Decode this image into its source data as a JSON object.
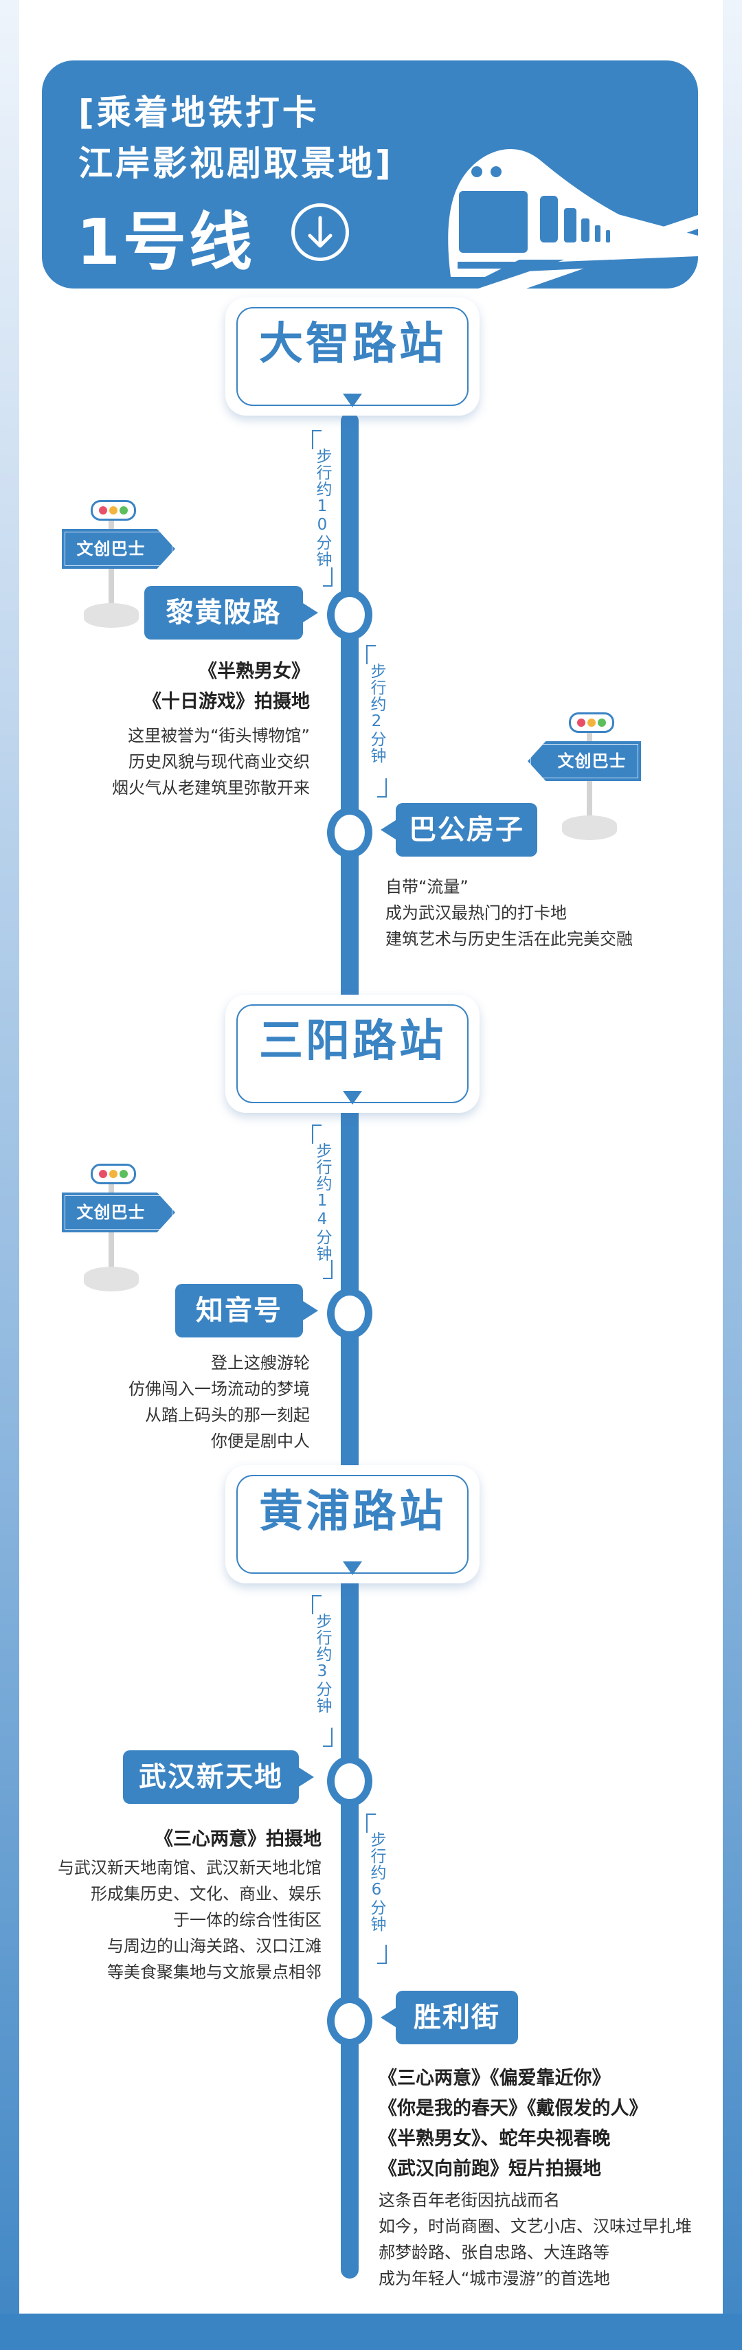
{
  "header": {
    "title_line1": "[乘着地铁打卡",
    "title_line2": "江岸影视剧取景地]",
    "line_name": "1号线",
    "icon": "arrow-down-circle-icon"
  },
  "colors": {
    "primary": "#3b84c4",
    "text": "#333333",
    "light_red": "#e8506a",
    "light_yellow": "#f2b43c",
    "light_green": "#5bbf5b"
  },
  "sign_label": "文创巴士",
  "stations": [
    {
      "name": "大智路站"
    },
    {
      "name": "三阳路站"
    },
    {
      "name": "黄浦路站"
    }
  ],
  "walks": [
    "步行约10分钟",
    "步行约2分钟",
    "步行约14分钟",
    "步行约3分钟",
    "步行约6分钟"
  ],
  "spots": [
    {
      "name": "黎黄陂路",
      "films": [
        "《半熟男女》",
        "《十日游戏》拍摄地"
      ],
      "desc": [
        "这里被誉为“街头博物馆”",
        "历史风貌与现代商业交织",
        "烟火气从老建筑里弥散开来"
      ]
    },
    {
      "name": "巴公房子",
      "films": [],
      "desc": [
        "自带“流量”",
        "成为武汉最热门的打卡地",
        "建筑艺术与历史生活在此完美交融"
      ]
    },
    {
      "name": "知音号",
      "films": [],
      "desc": [
        "登上这艘游轮",
        "仿佛闯入一场流动的梦境",
        "从踏上码头的那一刻起",
        "你便是剧中人"
      ]
    },
    {
      "name": "武汉新天地",
      "films": [
        "《三心两意》拍摄地"
      ],
      "desc": [
        "与武汉新天地南馆、武汉新天地北馆",
        "形成集历史、文化、商业、娱乐",
        "于一体的综合性街区",
        "与周边的山海关路、汉口江滩",
        "等美食聚集地与文旅景点相邻"
      ]
    },
    {
      "name": "胜利街",
      "films": [
        "《三心两意》《偏爱靠近你》",
        "《你是我的春天》《戴假发的人》",
        "《半熟男女》、蛇年央视春晚",
        "《武汉向前跑》短片拍摄地"
      ],
      "desc": [
        "这条百年老街因抗战而名",
        "如今，时尚商圈、文艺小店、汉味过早扎堆",
        "郝梦龄路、张自忠路、大连路等",
        "成为年轻人“城市漫游”的首选地"
      ]
    }
  ]
}
